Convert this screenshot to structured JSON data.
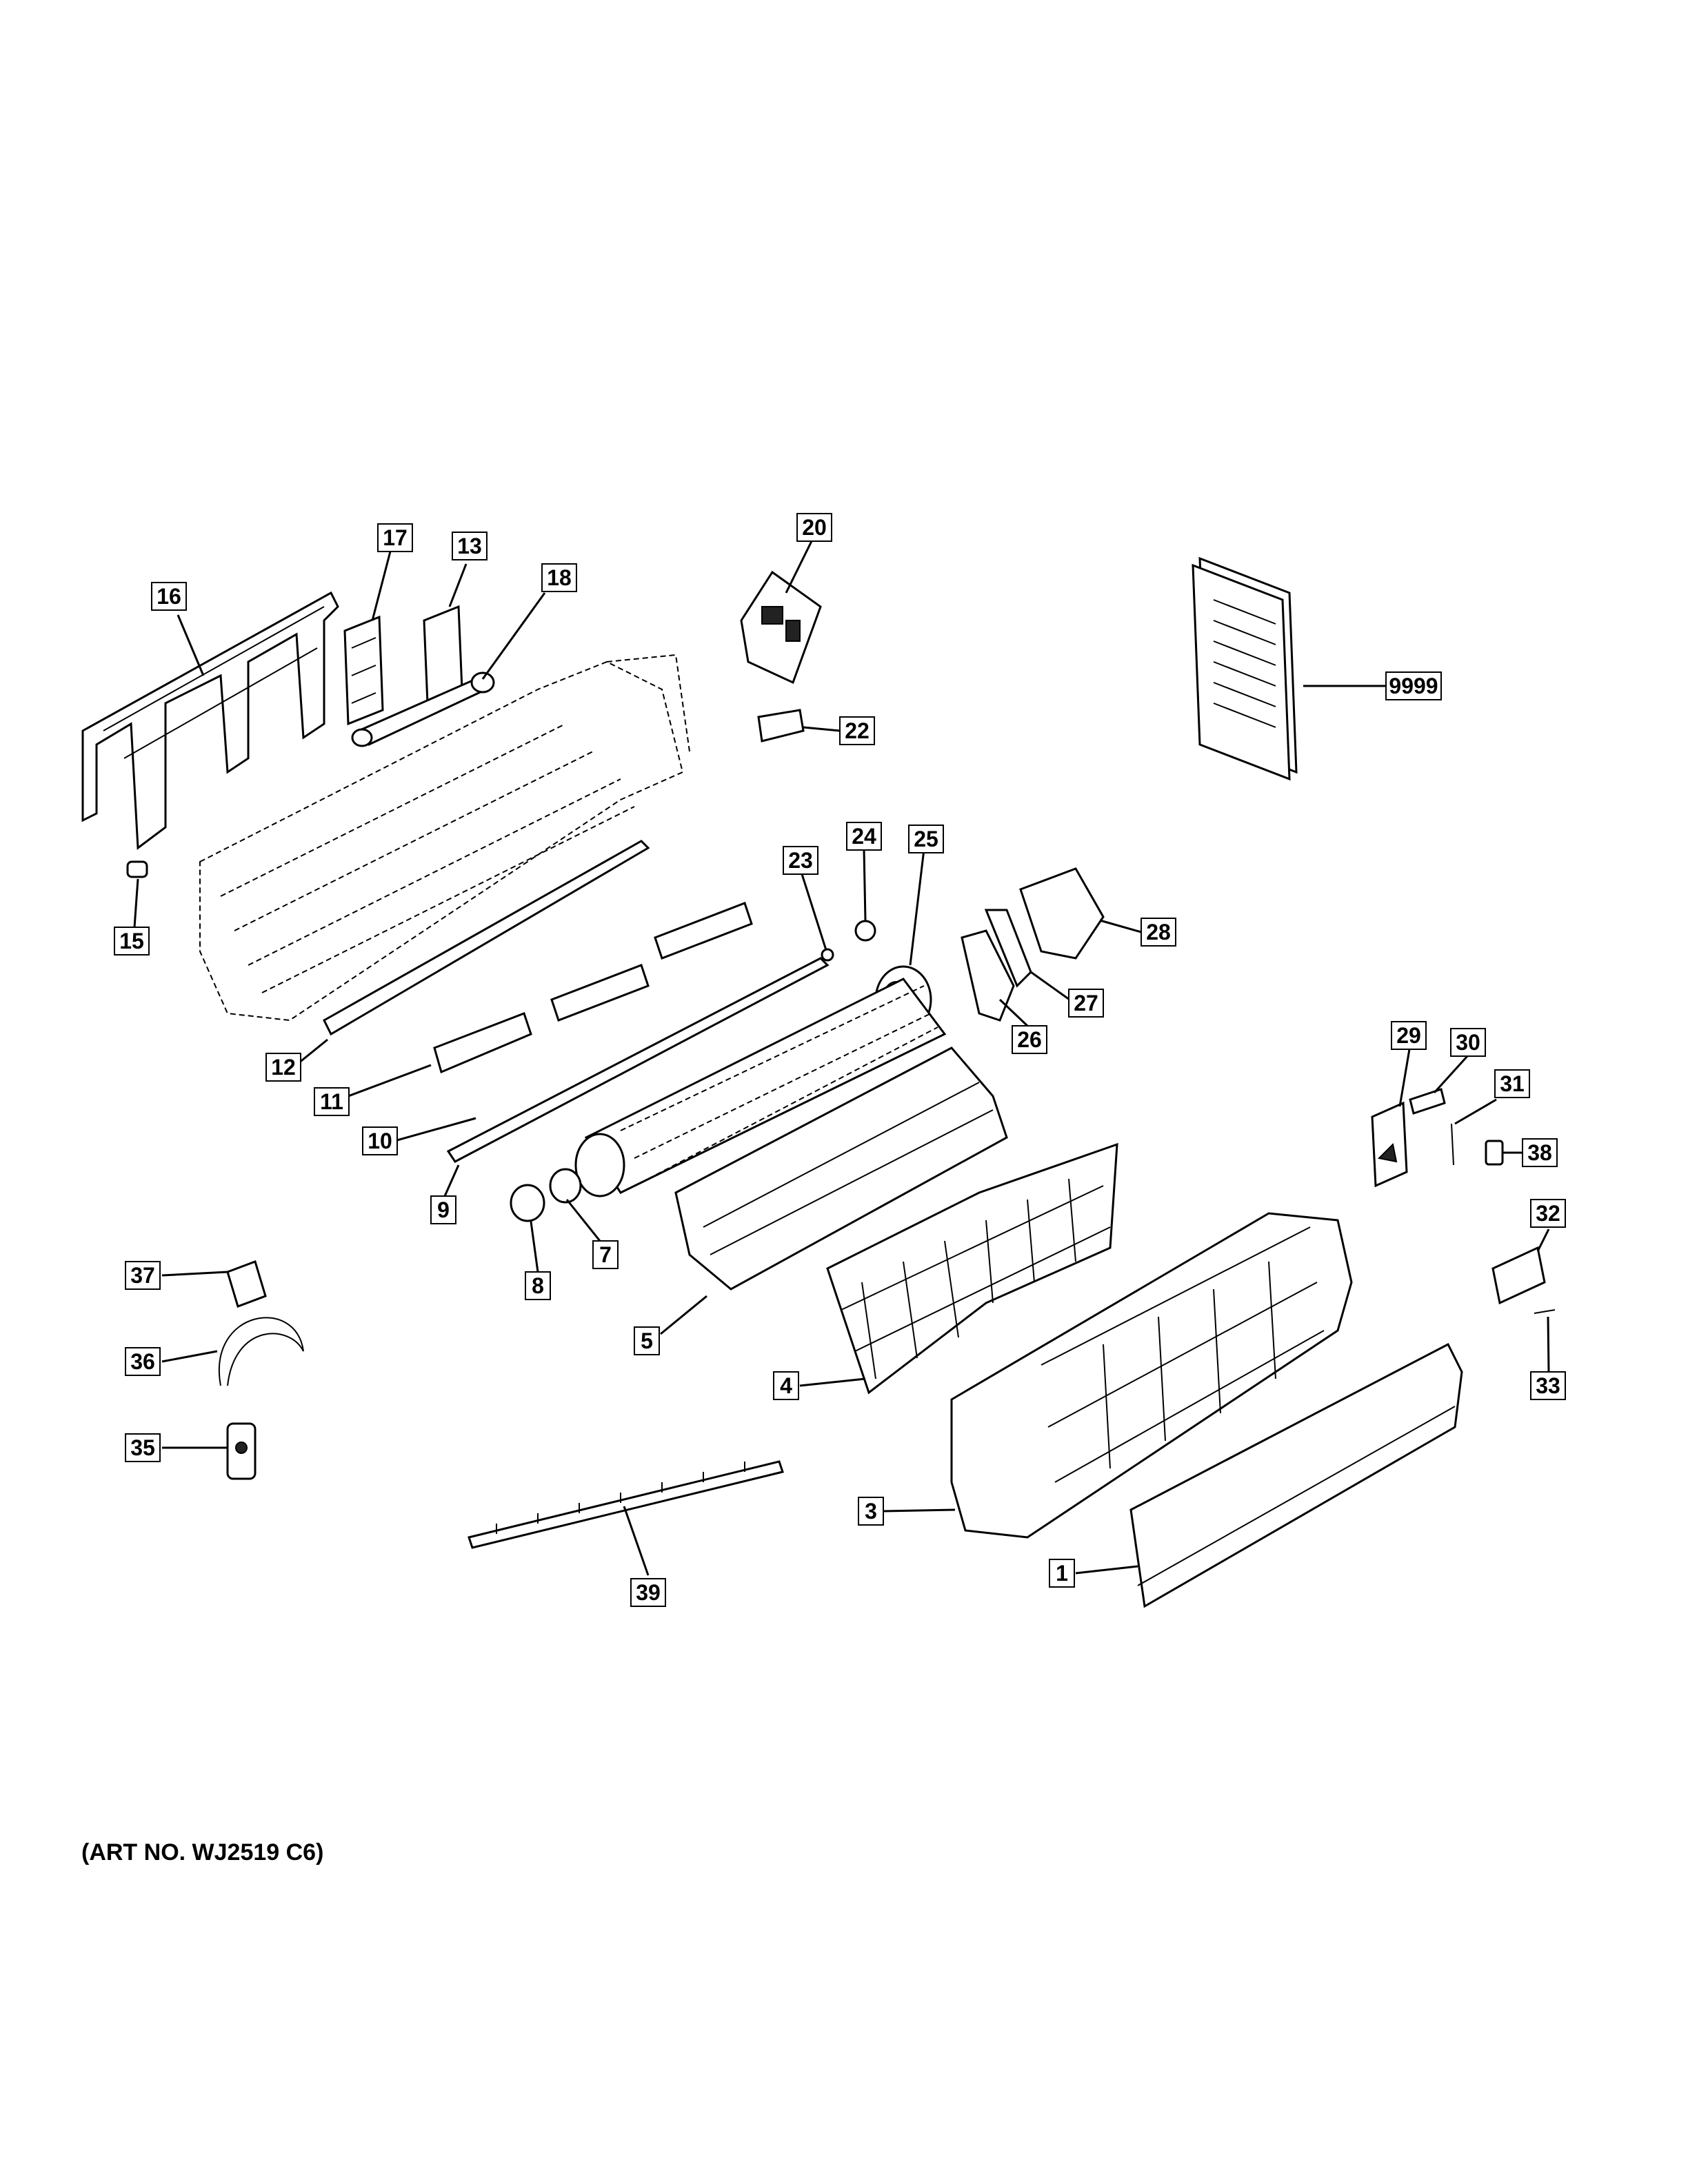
{
  "diagram": {
    "callouts": [
      "1",
      "3",
      "4",
      "5",
      "7",
      "8",
      "9",
      "10",
      "11",
      "12",
      "13",
      "15",
      "16",
      "17",
      "18",
      "20",
      "22",
      "23",
      "24",
      "25",
      "26",
      "27",
      "28",
      "29",
      "30",
      "31",
      "32",
      "33",
      "35",
      "36",
      "37",
      "38",
      "39",
      "9999"
    ],
    "art_number": "(ART NO. WJ2519 C6)"
  },
  "colors": {
    "line": "#000000",
    "background": "#ffffff"
  }
}
